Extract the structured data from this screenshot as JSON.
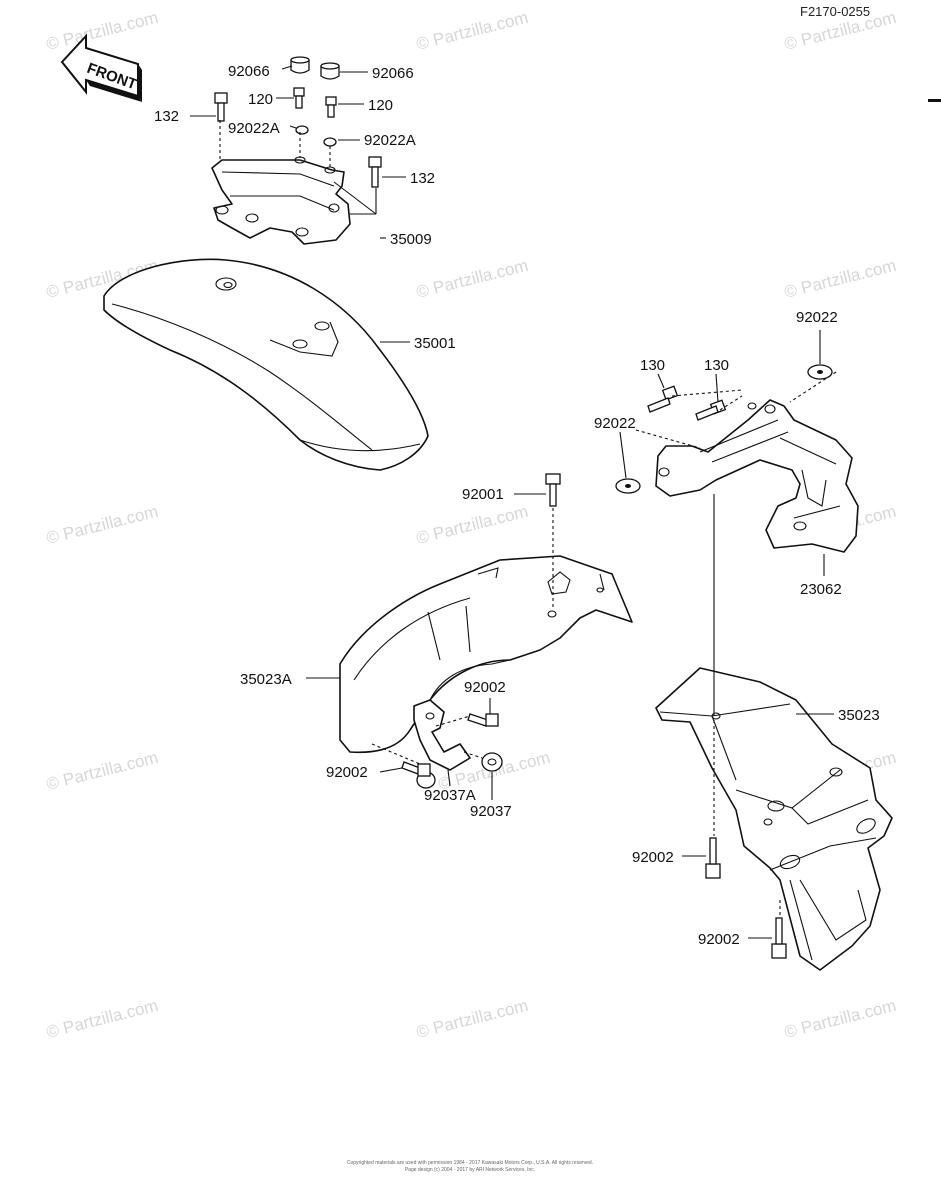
{
  "diagram_code": "F2170-0255",
  "front_arrow_label": "FRONT",
  "watermark_text": "© Partzilla.com",
  "parts": {
    "p92066_left": "92066",
    "p92066_right": "92066",
    "p120_left": "120",
    "p120_right": "120",
    "p132_left": "132",
    "p132_right": "132",
    "p92022A_left": "92022A",
    "p92022A_right": "92022A",
    "p35009": "35009",
    "p35001": "35001",
    "p92022_top": "92022",
    "p130_left": "130",
    "p130_right": "130",
    "p92022_left": "92022",
    "p23062": "23062",
    "p92001": "92001",
    "p35023A": "35023A",
    "p92002_a": "92002",
    "p92002_b": "92002",
    "p92037A": "92037A",
    "p92037": "92037",
    "p35023": "35023",
    "p92002_c": "92002",
    "p92002_d": "92002"
  },
  "footer": {
    "line1": "Copyrighted materials are used with permission 1984 - 2017 Kawasaki Motors Corp., U.S.A. All rights reserved.",
    "line2": "Page design (c) 2004 - 2017 by ARI Network Services, Inc."
  }
}
